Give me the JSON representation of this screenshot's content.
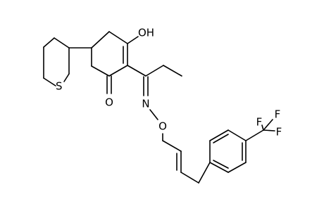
{
  "molecule": {
    "atoms": {
      "hydroxyl": "OH",
      "ketone_oxygen": "O",
      "thiane_sulfur": "S",
      "oxime_nitrogen": "N",
      "oxime_oxygen": "O",
      "fluorine_top_left": "F",
      "fluorine_top_right": "F",
      "fluorine_right": "F"
    }
  }
}
